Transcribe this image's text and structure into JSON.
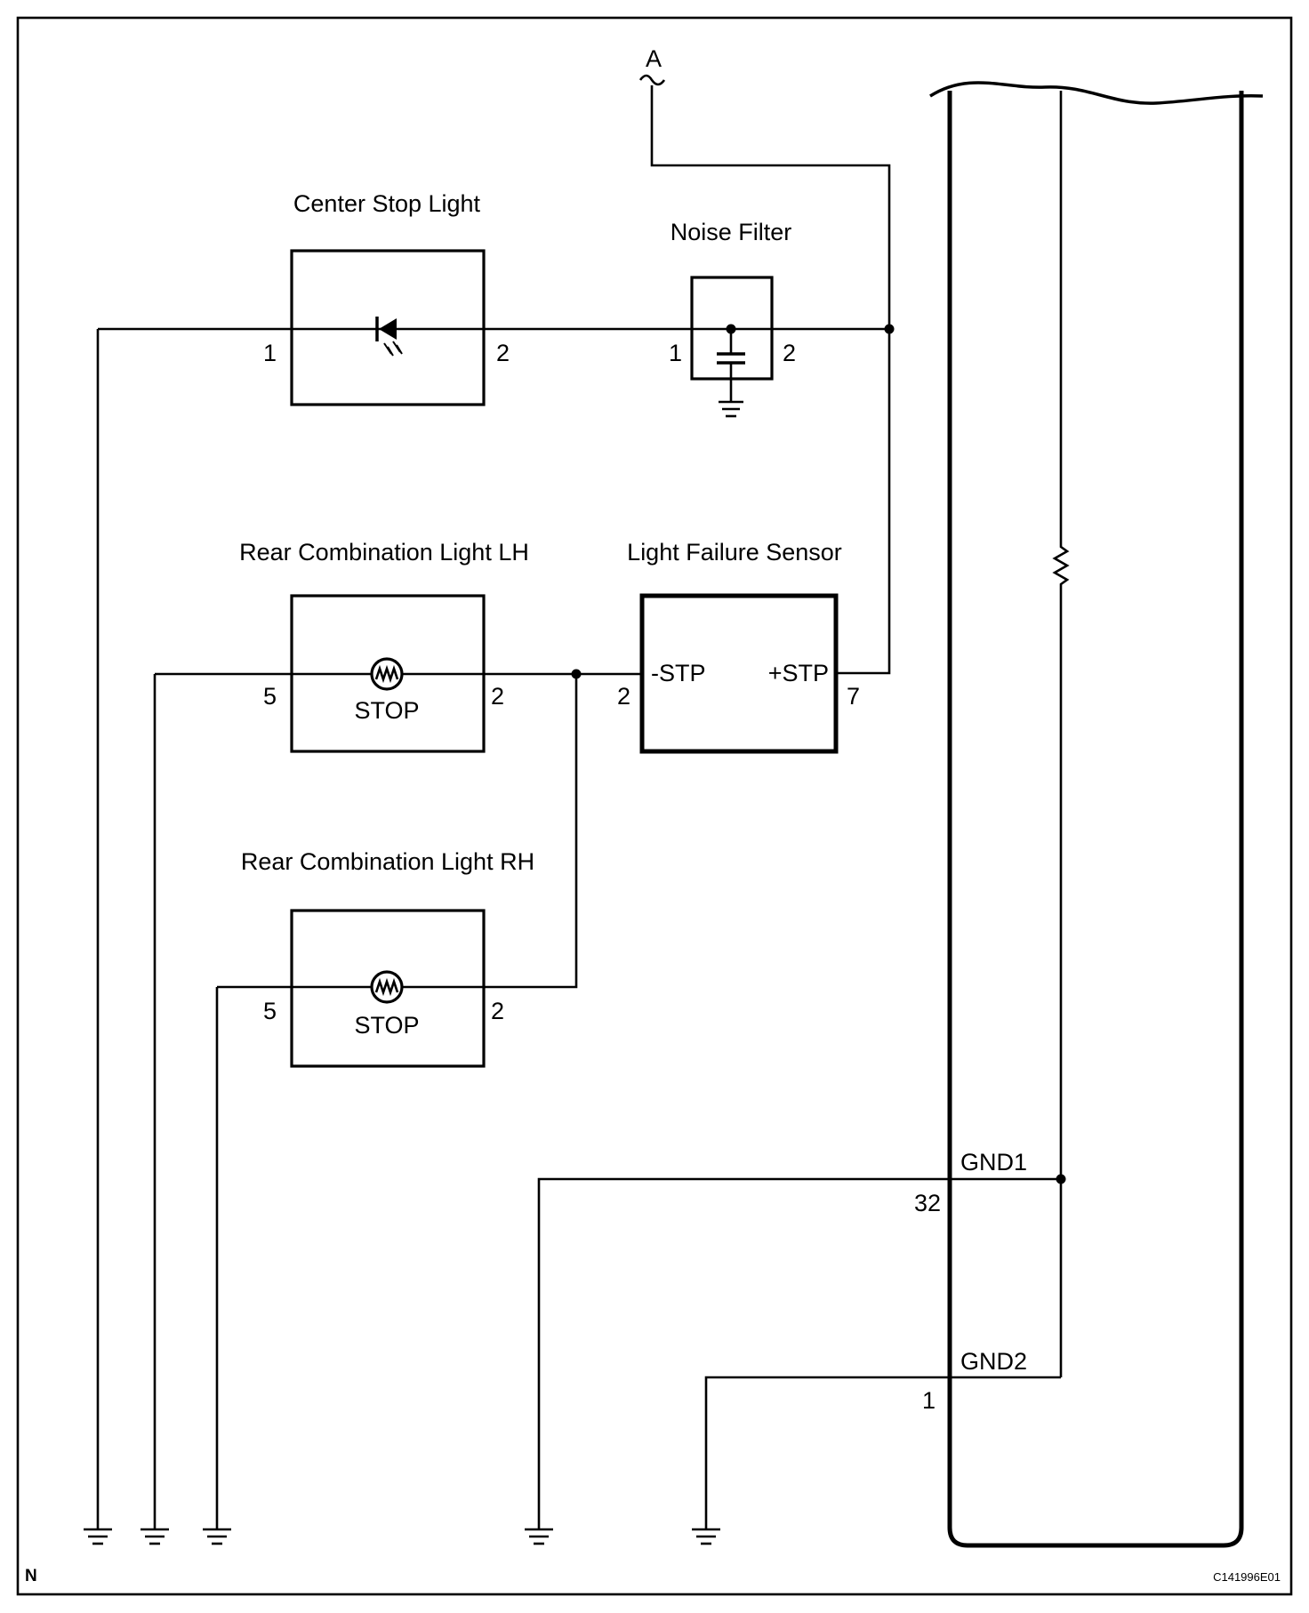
{
  "connector_label": "A",
  "components": {
    "center_stop_light": {
      "title": "Center Stop Light",
      "pin_left": "1",
      "pin_right": "2"
    },
    "noise_filter": {
      "title": "Noise Filter",
      "pin_left": "1",
      "pin_right": "2"
    },
    "rear_lh": {
      "title": "Rear Combination Light LH",
      "lamp_label": "STOP",
      "pin_left": "5",
      "pin_right": "2"
    },
    "light_failure_sensor": {
      "title": "Light Failure Sensor",
      "term_left": "-STP",
      "term_right": "+STP",
      "pin_left": "2",
      "pin_right": "7"
    },
    "rear_rh": {
      "title": "Rear Combination Light RH",
      "lamp_label": "STOP",
      "pin_left": "5",
      "pin_right": "2"
    }
  },
  "ecu": {
    "gnd1": {
      "label": "GND1",
      "pin": "32"
    },
    "gnd2": {
      "label": "GND2",
      "pin": "1"
    }
  },
  "footer": {
    "corner_mark": "N",
    "figure_code": "C141996E01"
  }
}
